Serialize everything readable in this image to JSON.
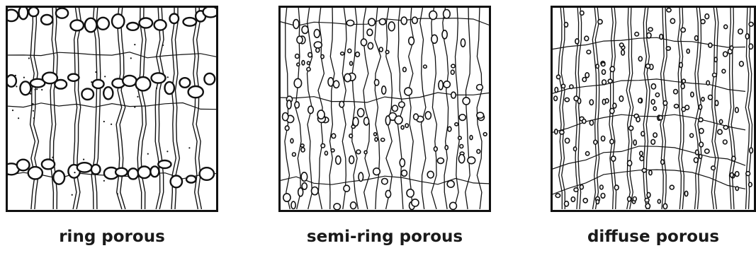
{
  "panels": [
    {
      "id": "ring",
      "caption": "ring porous"
    },
    {
      "id": "semi",
      "caption": "semi-ring porous"
    },
    {
      "id": "diffuse",
      "caption": "diffuse porous"
    }
  ],
  "colors": {
    "ink": "#111111",
    "paper": "#ffffff"
  }
}
